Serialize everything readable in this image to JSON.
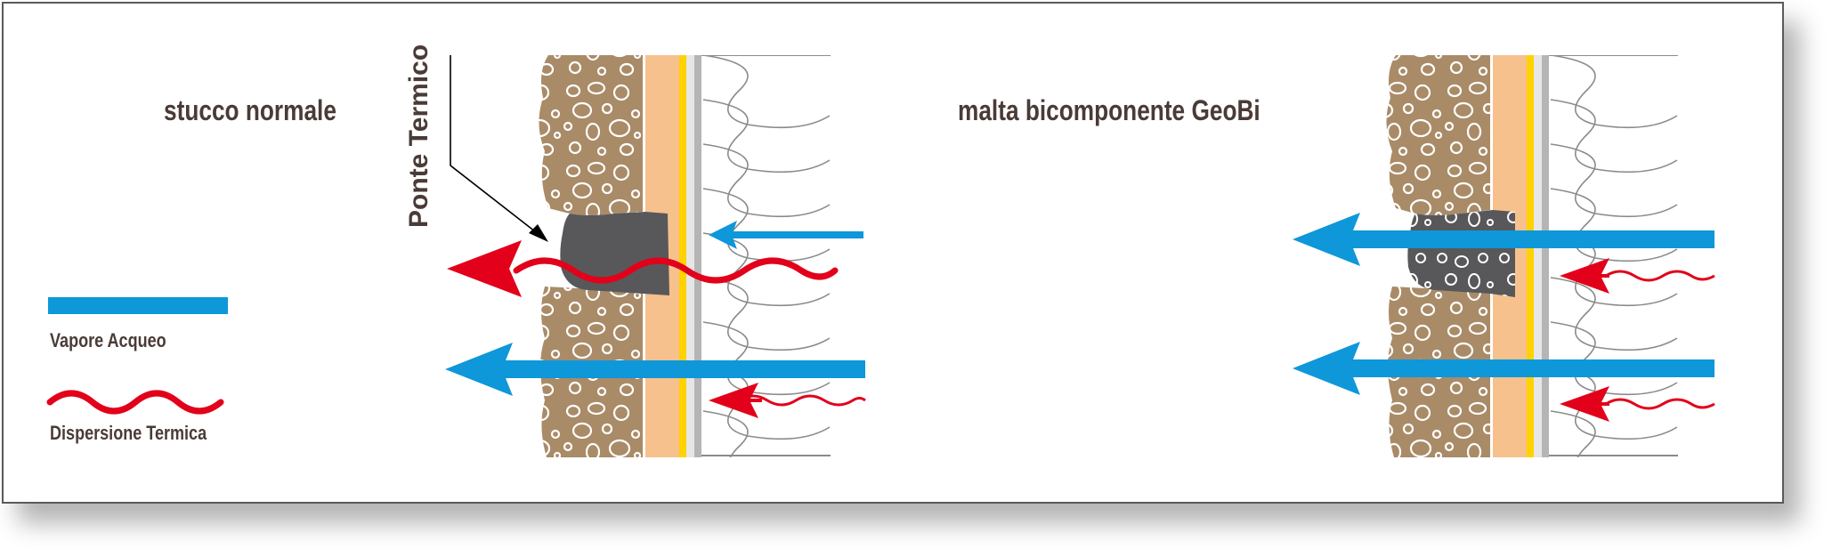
{
  "labels": {
    "left_title": "stucco normale",
    "right_title": "malta bicomponente GeoBi",
    "callout": "Ponte Termico"
  },
  "legend": {
    "vapor_label": "Vapore Acqueo",
    "heat_label": "Dispersione Termica"
  },
  "colors": {
    "vapor": "#0e97d9",
    "heat": "#e2001a",
    "stone": "#a98b68",
    "plaster": "#f6c18d",
    "adhesive": "#ffd200",
    "joint": "#58585a",
    "text": "#4a3b36"
  }
}
